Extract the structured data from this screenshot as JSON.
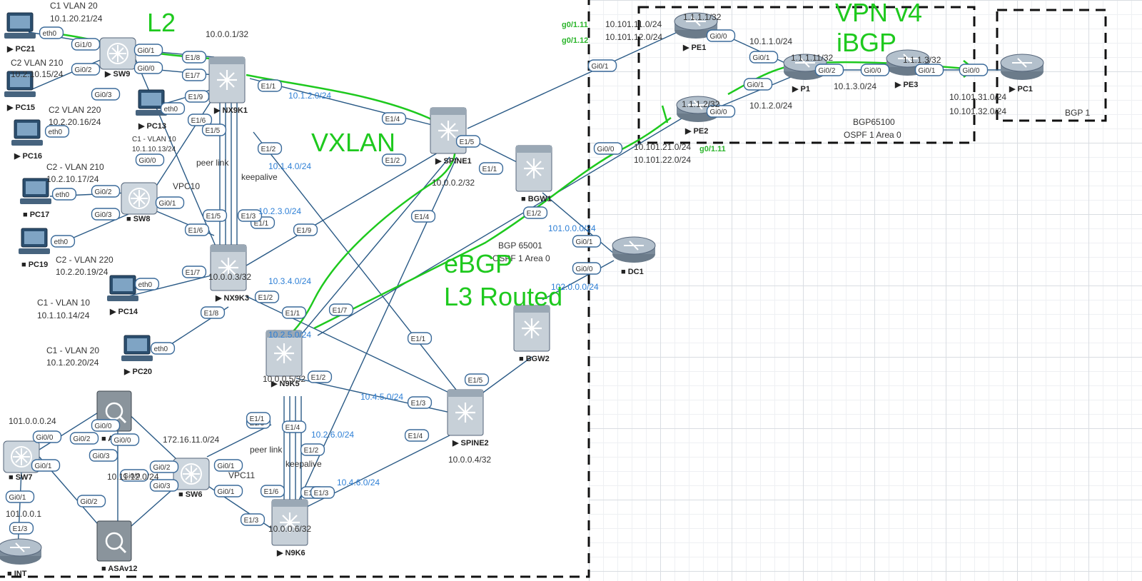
{
  "colors": {
    "link": "#2a5a86",
    "annotation": "#1ec91e",
    "subnet": "#2f80d6",
    "port_border": "#3a6a9a",
    "node_fill": "#dfe6ec"
  },
  "annotations": {
    "l2": "L2",
    "vxlan": "VXLAN",
    "ebgp1": "eBGP",
    "ebgp2": "L3 Routed",
    "vpn1": "VPN v4",
    "vpn2": "iBGP"
  },
  "nodes": [
    {
      "id": "PC21",
      "label": "PC21",
      "kind": "pc",
      "icon": "pc-icon",
      "marker": "▶"
    },
    {
      "id": "PC15",
      "label": "PC15",
      "kind": "pc",
      "icon": "pc-icon",
      "marker": "▶"
    },
    {
      "id": "PC16",
      "label": "PC16",
      "kind": "pc",
      "icon": "pc-icon",
      "marker": "▶"
    },
    {
      "id": "PC13",
      "label": "PC13",
      "kind": "pc",
      "icon": "pc-icon",
      "marker": "▶"
    },
    {
      "id": "PC17",
      "label": "PC17",
      "kind": "pc",
      "icon": "pc-icon",
      "marker": "■"
    },
    {
      "id": "PC19",
      "label": "PC19",
      "kind": "pc",
      "icon": "pc-icon",
      "marker": "■"
    },
    {
      "id": "PC14",
      "label": "PC14",
      "kind": "pc",
      "icon": "pc-icon",
      "marker": "▶"
    },
    {
      "id": "PC20",
      "label": "PC20",
      "kind": "pc",
      "icon": "pc-icon",
      "marker": "▶"
    },
    {
      "id": "SW9",
      "label": "SW9",
      "kind": "switch",
      "icon": "switch-icon",
      "marker": "▶"
    },
    {
      "id": "SW8",
      "label": "SW8",
      "kind": "switch",
      "icon": "switch-icon",
      "marker": "■"
    },
    {
      "id": "SW7",
      "label": "SW7",
      "kind": "switch",
      "icon": "switch-icon",
      "marker": "■"
    },
    {
      "id": "SW6",
      "label": "SW6",
      "kind": "switch",
      "icon": "switch-icon",
      "marker": "■"
    },
    {
      "id": "NX9K1",
      "label": "NX9K1",
      "kind": "nexus",
      "icon": "nexus-icon",
      "marker": "▶"
    },
    {
      "id": "NX9K3",
      "label": "NX9K3",
      "kind": "nexus",
      "icon": "nexus-icon",
      "marker": "▶"
    },
    {
      "id": "N9K5",
      "label": "N9K5",
      "kind": "nexus",
      "icon": "nexus-icon",
      "marker": "▶"
    },
    {
      "id": "N9K6",
      "label": "N9K6",
      "kind": "nexus",
      "icon": "nexus-icon",
      "marker": "▶"
    },
    {
      "id": "SPINE1",
      "label": "SPINE1",
      "kind": "nexus",
      "icon": "nexus-icon",
      "marker": "▶"
    },
    {
      "id": "SPINE2",
      "label": "SPINE2",
      "kind": "nexus",
      "icon": "nexus-icon",
      "marker": "▶"
    },
    {
      "id": "BGW1",
      "label": "BGW1",
      "kind": "nexus",
      "icon": "nexus-icon",
      "marker": "■"
    },
    {
      "id": "BGW2",
      "label": "BGW2",
      "kind": "nexus",
      "icon": "nexus-icon",
      "marker": "■"
    },
    {
      "id": "ASAv11",
      "label": "ASAv11",
      "kind": "firewall",
      "icon": "firewall-icon",
      "marker": "■"
    },
    {
      "id": "ASAv12",
      "label": "ASAv12",
      "kind": "firewall",
      "icon": "firewall-icon",
      "marker": "■"
    },
    {
      "id": "INT",
      "label": "INT",
      "kind": "router",
      "icon": "router-icon",
      "marker": "■"
    },
    {
      "id": "DC1",
      "label": "DC1",
      "kind": "router",
      "icon": "router-icon",
      "marker": "■"
    },
    {
      "id": "PE1",
      "label": "PE1",
      "kind": "router",
      "icon": "router-icon",
      "marker": "▶"
    },
    {
      "id": "PE2",
      "label": "PE2",
      "kind": "router",
      "icon": "router-icon",
      "marker": "▶"
    },
    {
      "id": "P1",
      "label": "P1",
      "kind": "router",
      "icon": "router-icon",
      "marker": "▶"
    },
    {
      "id": "PE3",
      "label": "PE3",
      "kind": "router",
      "icon": "router-icon",
      "marker": "▶"
    },
    {
      "id": "PC1",
      "label": "PC1",
      "kind": "router",
      "icon": "router-icon",
      "marker": "▶"
    }
  ],
  "links": [
    {
      "a": "PC21",
      "b": "SW9"
    },
    {
      "a": "PC15",
      "b": "SW9"
    },
    {
      "a": "PC13",
      "b": "SW9"
    },
    {
      "a": "SW9",
      "b": "NX9K1"
    },
    {
      "a": "SW9",
      "b": "NX9K1"
    },
    {
      "a": "PC13",
      "b": "NX9K1"
    },
    {
      "a": "SW8",
      "b": "NX9K1"
    },
    {
      "a": "SW8",
      "b": "NX9K3"
    },
    {
      "a": "PC17",
      "b": "SW8"
    },
    {
      "a": "PC19",
      "b": "SW8"
    },
    {
      "a": "PC14",
      "b": "NX9K3"
    },
    {
      "a": "PC20",
      "b": "NX9K3"
    },
    {
      "a": "NX9K1",
      "b": "SPINE1"
    },
    {
      "a": "NX9K1",
      "b": "SPINE2"
    },
    {
      "a": "NX9K3",
      "b": "SPINE1"
    },
    {
      "a": "NX9K3",
      "b": "SPINE2"
    },
    {
      "a": "N9K5",
      "b": "SPINE1"
    },
    {
      "a": "N9K5",
      "b": "SPINE2"
    },
    {
      "a": "N9K6",
      "b": "SPINE1"
    },
    {
      "a": "N9K6",
      "b": "SPINE2"
    },
    {
      "a": "SPINE1",
      "b": "BGW1"
    },
    {
      "a": "SPINE2",
      "b": "BGW2"
    },
    {
      "a": "SPINE1",
      "b": "PE1"
    },
    {
      "a": "SPINE1",
      "b": "PE2"
    },
    {
      "a": "BGW1",
      "b": "DC1"
    },
    {
      "a": "BGW2",
      "b": "DC1"
    },
    {
      "a": "PE1",
      "b": "P1"
    },
    {
      "a": "PE2",
      "b": "P1"
    },
    {
      "a": "P1",
      "b": "PE3"
    },
    {
      "a": "PE3",
      "b": "PC1"
    },
    {
      "a": "SW7",
      "b": "ASAv11"
    },
    {
      "a": "SW7",
      "b": "ASAv12"
    },
    {
      "a": "SW7",
      "b": "INT"
    },
    {
      "a": "ASAv11",
      "b": "SW6"
    },
    {
      "a": "ASAv12",
      "b": "SW6"
    },
    {
      "a": "ASAv11",
      "b": "ASAv12"
    },
    {
      "a": "SW6",
      "b": "N9K5"
    },
    {
      "a": "SW6",
      "b": "N9K6"
    },
    {
      "a": "SW9",
      "b": "NX9K3"
    }
  ],
  "ports": [
    "eth0",
    "Gi1/0",
    "Gi0/1",
    "Gi0/0",
    "Gi0/2",
    "Gi0/3",
    "E1/8",
    "E1/7",
    "E1/9",
    "E1/6",
    "E1/5",
    "E1/1",
    "E1/2",
    "eth0",
    "Gi0/0",
    "eth0",
    "eth0",
    "Gi0/2",
    "Gi0/3",
    "Gi0/1",
    "eth0",
    "eth0",
    "E1/5",
    "E1/6",
    "E1/1",
    "E1/9",
    "E1/7",
    "E1/8",
    "E1/2",
    "E1/1",
    "E1/7",
    "eth0",
    "E1/4",
    "E1/2",
    "E1/5",
    "E1/3",
    "E1/4",
    "E1/1",
    "E1/2",
    "E1/2",
    "E1/3",
    "E1/1",
    "E1/5",
    "E1/3",
    "E1/4",
    "E1/2",
    "E1/3",
    "Gi0/1",
    "Gi0/0",
    "Gi0/1",
    "Gi0/0",
    "Gi0/1",
    "Gi0/0",
    "Gi0/0",
    "Gi0/1",
    "Gi0/2",
    "Gi0/0",
    "Gi0/1",
    "Gi0/0",
    "Gi0/0",
    "Gi0/1",
    "Gi0/0",
    "Gi0/2",
    "Gi0/0",
    "Gi0/3",
    "Gi0/0",
    "Gi0/2",
    "Gi0/3",
    "Gi0/1",
    "Gi0/1",
    "Gi0/2",
    "Gi0/1",
    "E1/3",
    "E1/1",
    "E1/2",
    "E1/3",
    "E1/6",
    "E1/4"
  ],
  "labels": {
    "pc21_vlan": "C1  VLAN 20",
    "pc21_ip": "10.1.20.21/24",
    "pc15_vlan": "C2  VLAN 210",
    "pc15_ip": "10.2.10.15/24",
    "pc16_vlan": "C2  VLAN 220",
    "pc16_ip": "10.2.20.16/24",
    "pc13_vlan": "C1 - VLAN 10",
    "pc13_ip": "10.1.10.13/24",
    "pc17_vlan": "C2 - VLAN 210",
    "pc17_ip": "10.2.10.17/24",
    "pc19_vlan": "C2 - VLAN 220",
    "pc19_ip": "10.2.20.19/24",
    "pc14_vlan": "C1 - VLAN 10",
    "pc14_ip": "10.1.10.14/24",
    "pc20_vlan": "C1 - VLAN 20",
    "pc20_ip": "10.1.20.20/24",
    "nx9k1_lo": "10.0.0.1/32",
    "nx9k3_lo": "10.0.0.3/32",
    "n9k5_lo": "10.0.0.5/32",
    "n9k6_lo": "10.0.0.6/32",
    "spine1_lo": "10.0.0.2/32",
    "spine2_lo": "10.0.0.4/32",
    "peer_link_1": "peer link",
    "keepalive_1": "keepalive",
    "peer_link_2": "peer link",
    "keepalive_2": "keepalive",
    "vpc10": "VPC10",
    "vpc11": "VPC11",
    "bgp65001": "BGP 65001",
    "ospf1_area0_a": "OSPF 1 Area 0",
    "sw7_net": "101.0.0.0.24",
    "int_ip": "101.0.0.1",
    "sw6_net": "172.16.11.0/24",
    "asa_net": "10.11.12.0/24",
    "pe1_lo": "1.1.1.1/32",
    "pe2_lo": "1.1.1.2/32",
    "p1_lo": "1.1.1.11/32",
    "pe3_lo": "1.1.1.3/32",
    "pe1_sub1": "10.101.11.0/24",
    "pe1_sub2": "10.101.12.0/24",
    "pe2_sub1": "10.101.21.0/24",
    "pe2_sub2": "10.101.22.0/24",
    "pc1_sub1": "10.101.31.0/24",
    "pc1_sub2": "10.101.32.0/24",
    "pe1_p1": "10.1.1.0/24",
    "pe2_p1": "10.1.2.0/24",
    "p1_pe3": "10.1.3.0/24",
    "bgp65100": "BGP65100",
    "ospf1_area0_b": "OSPF 1 Area 0",
    "bgp1": "BGP 1",
    "g_pe1_a": "g0/1.11",
    "g_pe1_b": "g0/1.12",
    "g_pe2": "g0/1.11"
  },
  "subnets": {
    "s1": "10.1.2.0/24",
    "s2": "10.1.4.0/24",
    "s3": "10.2.3.0/24",
    "s4": "10.3.4.0/24",
    "s5": "10.2.5.0/24",
    "s6": "10.4.5.0/24",
    "s7": "10.2.6.0/24",
    "s8": "10.4.6.0/24",
    "s9": "101.0.0.0/24",
    "s10": "102.0.0.0/24"
  }
}
